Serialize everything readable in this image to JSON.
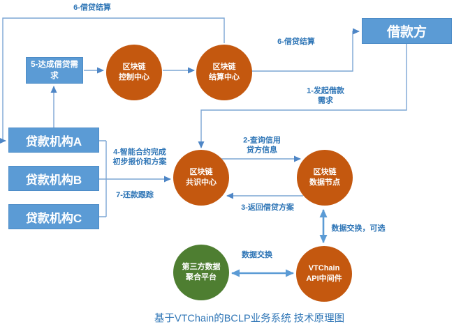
{
  "title": "基于VTChain的BCLP业务系统 技术原理图",
  "nodes": {
    "need": {
      "label": "5-达成借贷需求",
      "shape": "rect"
    },
    "lenderA": {
      "label": "贷款机构A",
      "shape": "rect"
    },
    "lenderB": {
      "label": "贷款机构B",
      "shape": "rect"
    },
    "lenderC": {
      "label": "贷款机构C",
      "shape": "rect"
    },
    "borrower": {
      "label": "借款方",
      "shape": "rect"
    },
    "control": {
      "label": "区块链\n控制中心",
      "shape": "circle",
      "color": "#C4580F"
    },
    "settle": {
      "label": "区块链\n结算中心",
      "shape": "circle",
      "color": "#C4580F"
    },
    "consensus": {
      "label": "区块链\n共识中心",
      "shape": "circle",
      "color": "#C4580F"
    },
    "datanode": {
      "label": "区块链\n数据节点",
      "shape": "circle",
      "color": "#C4580F"
    },
    "api": {
      "label": "VTChain\nAPI中间件",
      "shape": "circle",
      "color": "#C4580F"
    },
    "thirdparty": {
      "label": "第三方数据\n聚合平台",
      "shape": "circle",
      "color": "#4E7E31"
    }
  },
  "edge_labels": {
    "settle_loop": "6-借贷结算",
    "settle_to_borrower": "6-借贷结算",
    "borrow_request": "1-发起借款\n需求",
    "query_credit": "2-查询信用\n贷方信息",
    "return_plan": "3-返回借贷方案",
    "smart_contract": "4-智能合约完成\n初步报价和方案",
    "repayment": "7-还款跟踪",
    "data_exchange_optional": "数据交换，可选",
    "data_exchange": "数据交换"
  },
  "colors": {
    "node_box_blue": "#5B9BD5",
    "node_circle_orange": "#C4580F",
    "node_circle_green": "#4E7E31",
    "connector_blue": "#7CA5D4",
    "arrowhead_blue": "#4E86C6",
    "label_text_blue": "#2E75B6",
    "node_text": "#FFFFFF",
    "background": "#FFFFFF"
  }
}
